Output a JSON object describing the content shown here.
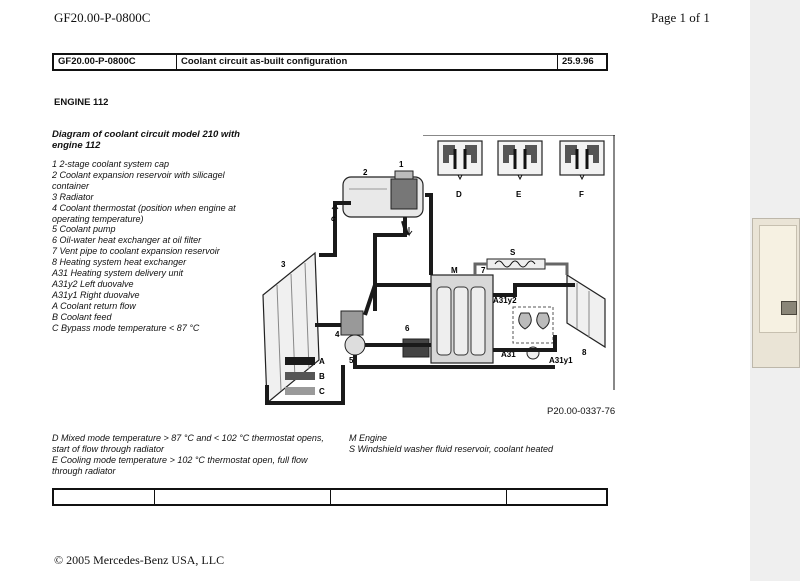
{
  "page_header": {
    "doc_id": "GF20.00-P-0800C",
    "page": "Page 1 of 1"
  },
  "header_table": {
    "code": "GF20.00-P-0800C",
    "title": "Coolant circuit as-built configuration",
    "date": "25.9.96"
  },
  "engine_label": "ENGINE 112",
  "diagram": {
    "title": "Diagram of coolant circuit model 210 with engine 112",
    "legend": [
      "1 2-stage coolant system cap",
      "2 Coolant expansion reservoir with silicagel container",
      "3 Radiator",
      "4 Coolant thermostat (position when engine at operating temperature)",
      "5 Coolant pump",
      "6 Oil-water heat exchanger at oil filter",
      "7 Vent pipe to coolant expansion reservoir",
      "8 Heating system heat exchanger",
      "A31 Heating system delivery unit",
      "A31y2 Left duovalve",
      "A31y1 Right duovalve",
      "A Coolant return flow",
      "B Coolant feed",
      "C Bypass mode temperature < 87 °C"
    ],
    "labels": {
      "n1": "1",
      "n2": "2",
      "n3": "3",
      "n4": "4",
      "n5": "5",
      "n6": "6",
      "n7": "7",
      "n8": "8",
      "c": "c",
      "M": "M",
      "S": "S",
      "A31": "A31",
      "A31y2": "A31y2",
      "A31y1": "A31y1",
      "A": "A",
      "B": "B",
      "C": "C",
      "D": "D",
      "E": "E",
      "F": "F"
    },
    "figure_id": "P20.00-0337-76",
    "colors": {
      "return_flow": "#1a1a1a",
      "feed": "#555555",
      "bypass": "#9a9a9a"
    }
  },
  "notes_left": [
    "D Mixed mode temperature > 87 °C and < 102 °C thermostat opens, start of flow through radiator",
    "E Cooling mode temperature > 102 °C thermostat open, full flow through radiator"
  ],
  "notes_right": [
    "M Engine",
    "S Windshield washer fluid reservoir, coolant heated"
  ],
  "footer": "© 2005 Mercedes-Benz USA, LLC"
}
